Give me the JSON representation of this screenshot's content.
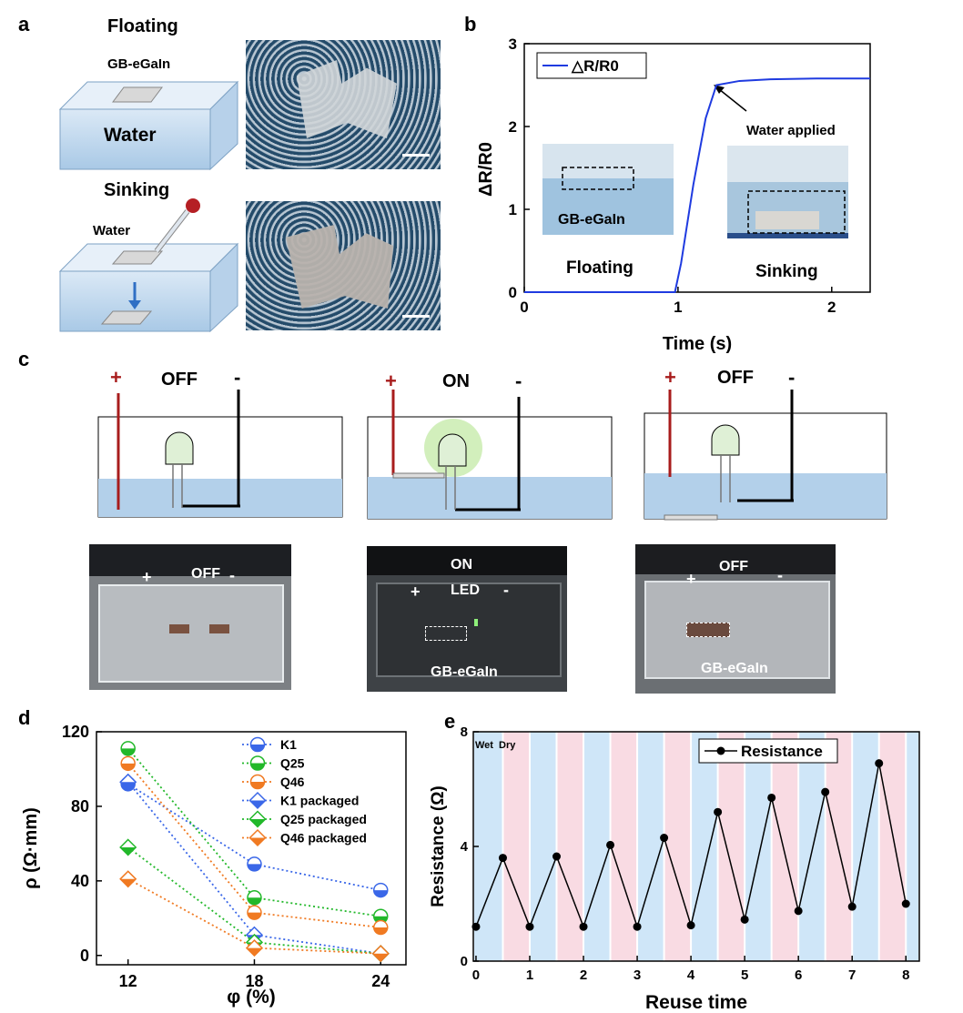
{
  "panels": {
    "a": "a",
    "b": "b",
    "c": "c",
    "d": "d",
    "e": "e"
  },
  "panel_a": {
    "floating": "Floating",
    "material": "GB-eGaIn",
    "water": "Water",
    "sinking": "Sinking",
    "dropper_label": "Water"
  },
  "panel_c": {
    "plus": "+",
    "minus": "-",
    "states": [
      "OFF",
      "ON",
      "OFF"
    ],
    "photo_states": [
      "OFF",
      "ON",
      "OFF"
    ],
    "led": "LED",
    "material": "GB-eGaIn"
  },
  "chart_data": [
    {
      "id": "b",
      "type": "line",
      "xlabel": "Time (s)",
      "ylabel": "ΔR/R0",
      "xlim": [
        0,
        2.25
      ],
      "ylim": [
        0,
        3
      ],
      "xticks": [
        0,
        1,
        2
      ],
      "yticks": [
        0,
        1,
        2,
        3
      ],
      "legend": "top-left",
      "series": [
        {
          "name": "△R/R0",
          "color": "#1f3be0",
          "x": [
            0,
            0.98,
            1.02,
            1.1,
            1.18,
            1.25,
            1.4,
            1.6,
            1.9,
            2.25
          ],
          "y": [
            0,
            0,
            0.35,
            1.3,
            2.1,
            2.5,
            2.55,
            2.57,
            2.58,
            2.58
          ]
        }
      ],
      "annotations": {
        "arrow": "Water applied",
        "inset_left_label": "GB-eGaIn",
        "left_caption": "Floating",
        "right_caption": "Sinking"
      }
    },
    {
      "id": "d",
      "type": "line",
      "xlabel": "φ (%)",
      "ylabel": "ρ (Ω·mm)",
      "x": [
        12,
        18,
        24
      ],
      "xlim": [
        10.5,
        25.2
      ],
      "ylim": [
        -5,
        120
      ],
      "yticks": [
        0,
        40,
        80,
        120
      ],
      "legend": "top-right",
      "series": [
        {
          "name": "K1",
          "color": "#3a67e8",
          "marker": "circle",
          "values": [
            92,
            49,
            35
          ]
        },
        {
          "name": "Q25",
          "color": "#22b82a",
          "marker": "circle",
          "values": [
            111,
            31,
            21
          ]
        },
        {
          "name": "Q46",
          "color": "#f07a22",
          "marker": "circle",
          "values": [
            103,
            23,
            15
          ]
        },
        {
          "name": "K1 packaged",
          "color": "#3a67e8",
          "marker": "diamond",
          "values": [
            93,
            11,
            1
          ]
        },
        {
          "name": "Q25 packaged",
          "color": "#22b82a",
          "marker": "diamond",
          "values": [
            58,
            7,
            1
          ]
        },
        {
          "name": "Q46 packaged",
          "color": "#f07a22",
          "marker": "diamond",
          "values": [
            41,
            4,
            1
          ]
        }
      ]
    },
    {
      "id": "e",
      "type": "line",
      "xlabel": "Reuse time",
      "ylabel": "Resistance (Ω)",
      "xlim": [
        -0.05,
        8.25
      ],
      "ylim": [
        0,
        8
      ],
      "xticks": [
        0,
        1,
        2,
        3,
        4,
        5,
        6,
        7,
        8
      ],
      "yticks": [
        0,
        4,
        8
      ],
      "legend": "top-right",
      "band_labels": {
        "wet": "Wet",
        "dry": "Dry"
      },
      "band_colors": {
        "wet": "#cfe6f8",
        "dry": "#f9dbe3"
      },
      "series": [
        {
          "name": "Resistance",
          "color": "#000000",
          "x": [
            0,
            0.5,
            1,
            1.5,
            2,
            2.5,
            3,
            3.5,
            4,
            4.5,
            5,
            5.5,
            6,
            6.5,
            7,
            7.5,
            8
          ],
          "y": [
            1.2,
            3.6,
            1.2,
            3.65,
            1.2,
            4.05,
            1.2,
            4.3,
            1.25,
            5.2,
            1.45,
            5.7,
            1.75,
            5.9,
            1.9,
            6.9,
            2.0
          ]
        }
      ]
    }
  ]
}
